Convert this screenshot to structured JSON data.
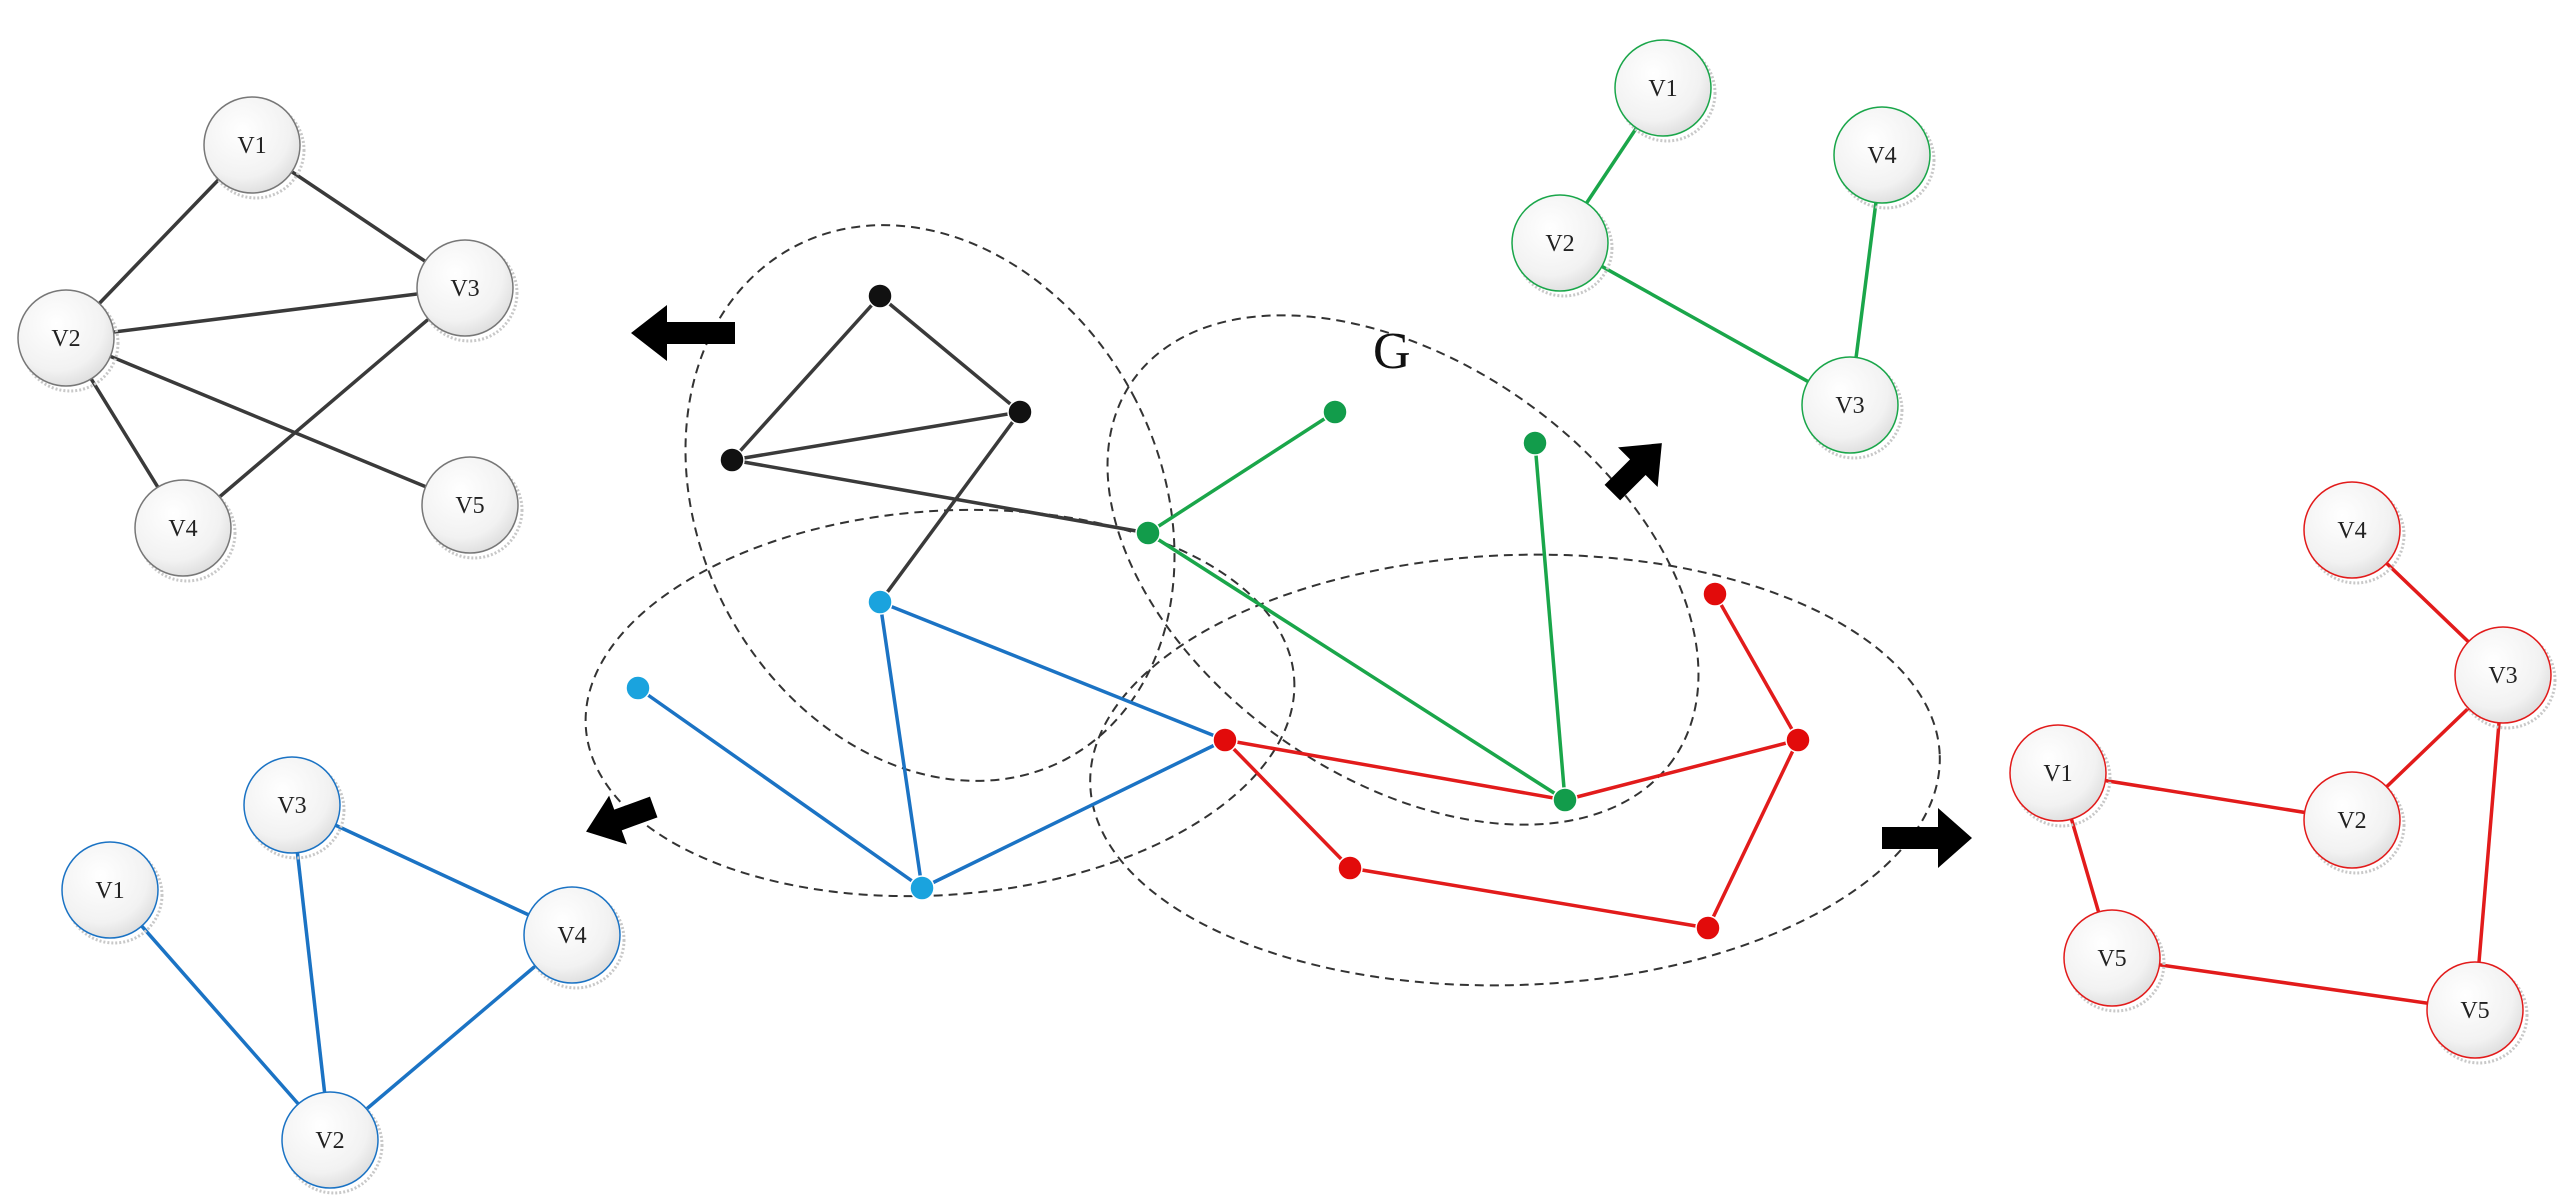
{
  "diagram": {
    "title": "G",
    "colors": {
      "black": "#3a3a3a",
      "green": "#1aa64a",
      "blue": "#1b73c4",
      "red": "#e21b1b",
      "blue_node_fill": "#1aa3de",
      "green_node_fill": "#129c4b",
      "red_node_fill": "#e20b0b",
      "black_node_fill": "#111111",
      "arrow": "#000000",
      "cluster_outline": "#333333"
    },
    "subgraphs": [
      {
        "id": "black",
        "color": "black",
        "nodes": [
          {
            "id": "V1",
            "label": "V1"
          },
          {
            "id": "V2",
            "label": "V2"
          },
          {
            "id": "V3",
            "label": "V3"
          },
          {
            "id": "V4",
            "label": "V4"
          },
          {
            "id": "V5",
            "label": "V5"
          }
        ],
        "edges": [
          [
            "V1",
            "V2"
          ],
          [
            "V1",
            "V3"
          ],
          [
            "V2",
            "V3"
          ],
          [
            "V2",
            "V4"
          ],
          [
            "V2",
            "V5"
          ],
          [
            "V3",
            "V4"
          ]
        ]
      },
      {
        "id": "green",
        "color": "green",
        "nodes": [
          {
            "id": "V1",
            "label": "V1"
          },
          {
            "id": "V2",
            "label": "V2"
          },
          {
            "id": "V3",
            "label": "V3"
          },
          {
            "id": "V4",
            "label": "V4"
          }
        ],
        "edges": [
          [
            "V1",
            "V2"
          ],
          [
            "V2",
            "V3"
          ],
          [
            "V4",
            "V3"
          ]
        ]
      },
      {
        "id": "blue",
        "color": "blue",
        "nodes": [
          {
            "id": "V1",
            "label": "V1"
          },
          {
            "id": "V2",
            "label": "V2"
          },
          {
            "id": "V3",
            "label": "V3"
          },
          {
            "id": "V4",
            "label": "V4"
          }
        ],
        "edges": [
          [
            "V1",
            "V2"
          ],
          [
            "V3",
            "V2"
          ],
          [
            "V3",
            "V4"
          ],
          [
            "V4",
            "V2"
          ]
        ]
      },
      {
        "id": "red",
        "color": "red",
        "nodes": [
          {
            "id": "V1",
            "label": "V1"
          },
          {
            "id": "V2",
            "label": "V2"
          },
          {
            "id": "V3",
            "label": "V3"
          },
          {
            "id": "V4",
            "label": "V4"
          },
          {
            "id": "V5a",
            "label": "V5"
          },
          {
            "id": "V5b",
            "label": "V5"
          }
        ],
        "edges": [
          [
            "V4",
            "V3"
          ],
          [
            "V3",
            "V2"
          ],
          [
            "V1",
            "V2"
          ],
          [
            "V1",
            "V5a"
          ],
          [
            "V5a",
            "V5b"
          ],
          [
            "V3",
            "V5b"
          ]
        ]
      }
    ],
    "central_graph": {
      "nodes": [
        {
          "id": "k1",
          "color": "black"
        },
        {
          "id": "k2",
          "color": "black"
        },
        {
          "id": "k3",
          "color": "black"
        },
        {
          "id": "b1",
          "color": "blue"
        },
        {
          "id": "b2",
          "color": "blue"
        },
        {
          "id": "b3",
          "color": "blue"
        },
        {
          "id": "g1",
          "color": "green"
        },
        {
          "id": "g2",
          "color": "green"
        },
        {
          "id": "g3",
          "color": "green"
        },
        {
          "id": "g4",
          "color": "green"
        },
        {
          "id": "r1",
          "color": "red"
        },
        {
          "id": "r2",
          "color": "red"
        },
        {
          "id": "r3",
          "color": "red"
        },
        {
          "id": "r4",
          "color": "red"
        },
        {
          "id": "r5",
          "color": "red"
        }
      ],
      "edges": [
        {
          "from": "k1",
          "to": "k2",
          "color": "black"
        },
        {
          "from": "k1",
          "to": "k3",
          "color": "black"
        },
        {
          "from": "k3",
          "to": "k2",
          "color": "black"
        },
        {
          "from": "k3",
          "to": "g3",
          "color": "black"
        },
        {
          "from": "k2",
          "to": "b1",
          "color": "black"
        },
        {
          "from": "g1",
          "to": "g3",
          "color": "green"
        },
        {
          "from": "g3",
          "to": "g4",
          "color": "green"
        },
        {
          "from": "g2",
          "to": "g4",
          "color": "green"
        },
        {
          "from": "b1",
          "to": "b3",
          "color": "blue"
        },
        {
          "from": "b1",
          "to": "r2",
          "color": "blue"
        },
        {
          "from": "b2",
          "to": "b3",
          "color": "blue"
        },
        {
          "from": "b3",
          "to": "r2",
          "color": "blue"
        },
        {
          "from": "r2",
          "to": "g4",
          "color": "red"
        },
        {
          "from": "g4",
          "to": "r3",
          "color": "red"
        },
        {
          "from": "r1",
          "to": "r3",
          "color": "red"
        },
        {
          "from": "r3",
          "to": "r5",
          "color": "red"
        },
        {
          "from": "r4",
          "to": "r5",
          "color": "red"
        },
        {
          "from": "r2",
          "to": "r4",
          "color": "red"
        }
      ]
    }
  }
}
